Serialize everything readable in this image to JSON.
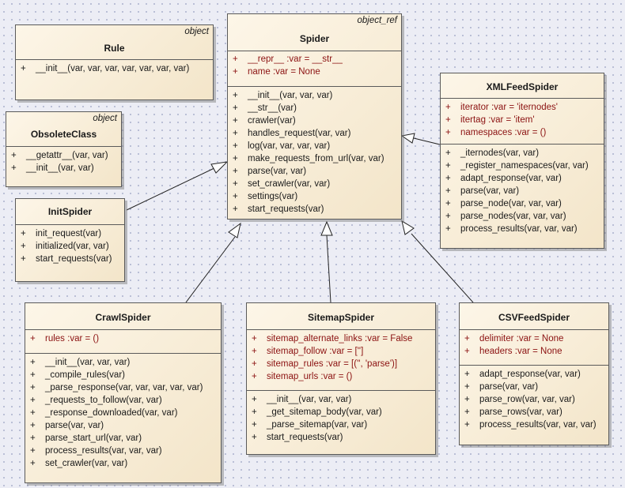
{
  "classes": {
    "rule": {
      "stereotype": "object",
      "name": "Rule",
      "attributes": [],
      "operations": [
        {
          "vis": "+",
          "text": "__init__(var, var, var, var, var, var, var)"
        }
      ]
    },
    "obsolete": {
      "stereotype": "object",
      "name": "ObsoleteClass",
      "attributes": [],
      "operations": [
        {
          "vis": "+",
          "text": "__getattr__(var, var)"
        },
        {
          "vis": "+",
          "text": "__init__(var, var)"
        }
      ]
    },
    "initspider": {
      "stereotype": "",
      "name": "InitSpider",
      "attributes": [],
      "operations": [
        {
          "vis": "+",
          "text": "init_request(var)"
        },
        {
          "vis": "+",
          "text": "initialized(var, var)"
        },
        {
          "vis": "+",
          "text": "start_requests(var)"
        }
      ]
    },
    "spider": {
      "stereotype": "object_ref",
      "name": "Spider",
      "attributes": [
        {
          "vis": "+",
          "text": "__repr__  :var = __str__"
        },
        {
          "vis": "+",
          "text": "name  :var = None"
        }
      ],
      "operations": [
        {
          "vis": "+",
          "text": "__init__(var, var, var)"
        },
        {
          "vis": "+",
          "text": "__str__(var)"
        },
        {
          "vis": "+",
          "text": "crawler(var)"
        },
        {
          "vis": "+",
          "text": "handles_request(var, var)"
        },
        {
          "vis": "+",
          "text": "log(var, var, var, var)"
        },
        {
          "vis": "+",
          "text": "make_requests_from_url(var, var)"
        },
        {
          "vis": "+",
          "text": "parse(var, var)"
        },
        {
          "vis": "+",
          "text": "set_crawler(var, var)"
        },
        {
          "vis": "+",
          "text": "settings(var)"
        },
        {
          "vis": "+",
          "text": "start_requests(var)"
        }
      ]
    },
    "xmlfeed": {
      "stereotype": "",
      "name": "XMLFeedSpider",
      "attributes": [
        {
          "vis": "+",
          "text": "iterator  :var = 'iternodes'"
        },
        {
          "vis": "+",
          "text": "itertag  :var = 'item'"
        },
        {
          "vis": "+",
          "text": "namespaces  :var = ()"
        }
      ],
      "operations": [
        {
          "vis": "+",
          "text": "_iternodes(var, var)"
        },
        {
          "vis": "+",
          "text": "_register_namespaces(var, var)"
        },
        {
          "vis": "+",
          "text": "adapt_response(var, var)"
        },
        {
          "vis": "+",
          "text": "parse(var, var)"
        },
        {
          "vis": "+",
          "text": "parse_node(var, var, var)"
        },
        {
          "vis": "+",
          "text": "parse_nodes(var, var, var)"
        },
        {
          "vis": "+",
          "text": "process_results(var, var, var)"
        }
      ]
    },
    "crawl": {
      "stereotype": "",
      "name": "CrawlSpider",
      "attributes": [
        {
          "vis": "+",
          "text": "rules  :var = ()"
        }
      ],
      "operations": [
        {
          "vis": "+",
          "text": "__init__(var, var, var)"
        },
        {
          "vis": "+",
          "text": "_compile_rules(var)"
        },
        {
          "vis": "+",
          "text": "_parse_response(var, var, var, var, var)"
        },
        {
          "vis": "+",
          "text": "_requests_to_follow(var, var)"
        },
        {
          "vis": "+",
          "text": "_response_downloaded(var, var)"
        },
        {
          "vis": "+",
          "text": "parse(var, var)"
        },
        {
          "vis": "+",
          "text": "parse_start_url(var, var)"
        },
        {
          "vis": "+",
          "text": "process_results(var, var, var)"
        },
        {
          "vis": "+",
          "text": "set_crawler(var, var)"
        }
      ]
    },
    "sitemap": {
      "stereotype": "",
      "name": "SitemapSpider",
      "attributes": [
        {
          "vis": "+",
          "text": "sitemap_alternate_links  :var = False"
        },
        {
          "vis": "+",
          "text": "sitemap_follow  :var = ['']"
        },
        {
          "vis": "+",
          "text": "sitemap_rules  :var = [('', 'parse')]"
        },
        {
          "vis": "+",
          "text": "sitemap_urls  :var = ()"
        }
      ],
      "operations": [
        {
          "vis": "+",
          "text": "__init__(var, var, var)"
        },
        {
          "vis": "+",
          "text": "_get_sitemap_body(var, var)"
        },
        {
          "vis": "+",
          "text": "_parse_sitemap(var, var)"
        },
        {
          "vis": "+",
          "text": "start_requests(var)"
        }
      ]
    },
    "csvfeed": {
      "stereotype": "",
      "name": "CSVFeedSpider",
      "attributes": [
        {
          "vis": "+",
          "text": "delimiter  :var = None"
        },
        {
          "vis": "+",
          "text": "headers  :var = None"
        }
      ],
      "operations": [
        {
          "vis": "+",
          "text": "adapt_response(var, var)"
        },
        {
          "vis": "+",
          "text": "parse(var, var)"
        },
        {
          "vis": "+",
          "text": "parse_row(var, var, var)"
        },
        {
          "vis": "+",
          "text": "parse_rows(var, var)"
        },
        {
          "vis": "+",
          "text": "process_results(var, var, var)"
        }
      ]
    }
  },
  "generalizations": [
    {
      "child": "InitSpider",
      "parent": "Spider"
    },
    {
      "child": "CrawlSpider",
      "parent": "Spider"
    },
    {
      "child": "SitemapSpider",
      "parent": "Spider"
    },
    {
      "child": "CSVFeedSpider",
      "parent": "Spider"
    },
    {
      "child": "XMLFeedSpider",
      "parent": "Spider"
    }
  ]
}
